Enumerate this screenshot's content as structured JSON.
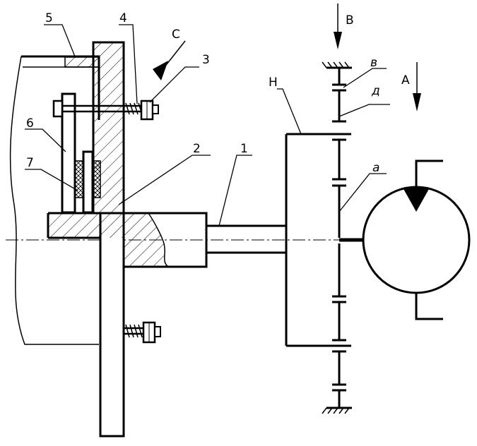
{
  "labels": {
    "part_1": "1",
    "part_2": "2",
    "part_3": "3",
    "part_4": "4",
    "part_5": "5",
    "part_6": "6",
    "part_7": "7",
    "view_A": "A",
    "view_B": "B",
    "view_C": "C",
    "carrier_H": "H",
    "gear_a": "a",
    "gear_d": "д",
    "gear_b": "в"
  },
  "colors": {
    "line": "#000000",
    "background": "#ffffff"
  }
}
